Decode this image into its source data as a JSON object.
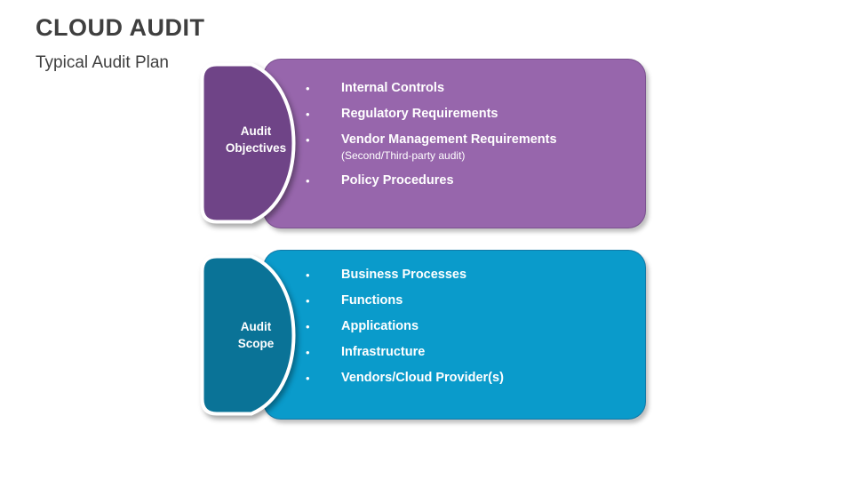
{
  "slide": {
    "title": "CLOUD AUDIT",
    "subtitle": "Typical Audit Plan",
    "bullet_glyph": "•",
    "colors": {
      "background": "#FFFFFF",
      "title_text": "#3F3F3F",
      "panel_text": "#FFFFFF",
      "objectives_panel": "#9766AC",
      "objectives_tab": "#6F4487",
      "scope_panel": "#0A9BCB",
      "scope_tab": "#0A7397",
      "tab_outline": "#FFFFFF"
    },
    "sections": [
      {
        "id": "audit-objectives",
        "label_line1": "Audit",
        "label_line2": "Objectives",
        "panel_color": "#9766AC",
        "tab_color": "#6F4487",
        "items": [
          {
            "text": "Internal Controls",
            "note": ""
          },
          {
            "text": "Regulatory Requirements",
            "note": ""
          },
          {
            "text": "Vendor Management Requirements",
            "note": "(Second/Third-party audit)"
          },
          {
            "text": "Policy Procedures",
            "note": ""
          }
        ]
      },
      {
        "id": "audit-scope",
        "label_line1": "Audit",
        "label_line2": "Scope",
        "panel_color": "#0A9BCB",
        "tab_color": "#0A7397",
        "items": [
          {
            "text": "Business Processes",
            "note": ""
          },
          {
            "text": "Functions",
            "note": ""
          },
          {
            "text": "Applications",
            "note": ""
          },
          {
            "text": "Infrastructure",
            "note": ""
          },
          {
            "text": "Vendors/Cloud Provider(s)",
            "note": ""
          }
        ]
      }
    ]
  }
}
